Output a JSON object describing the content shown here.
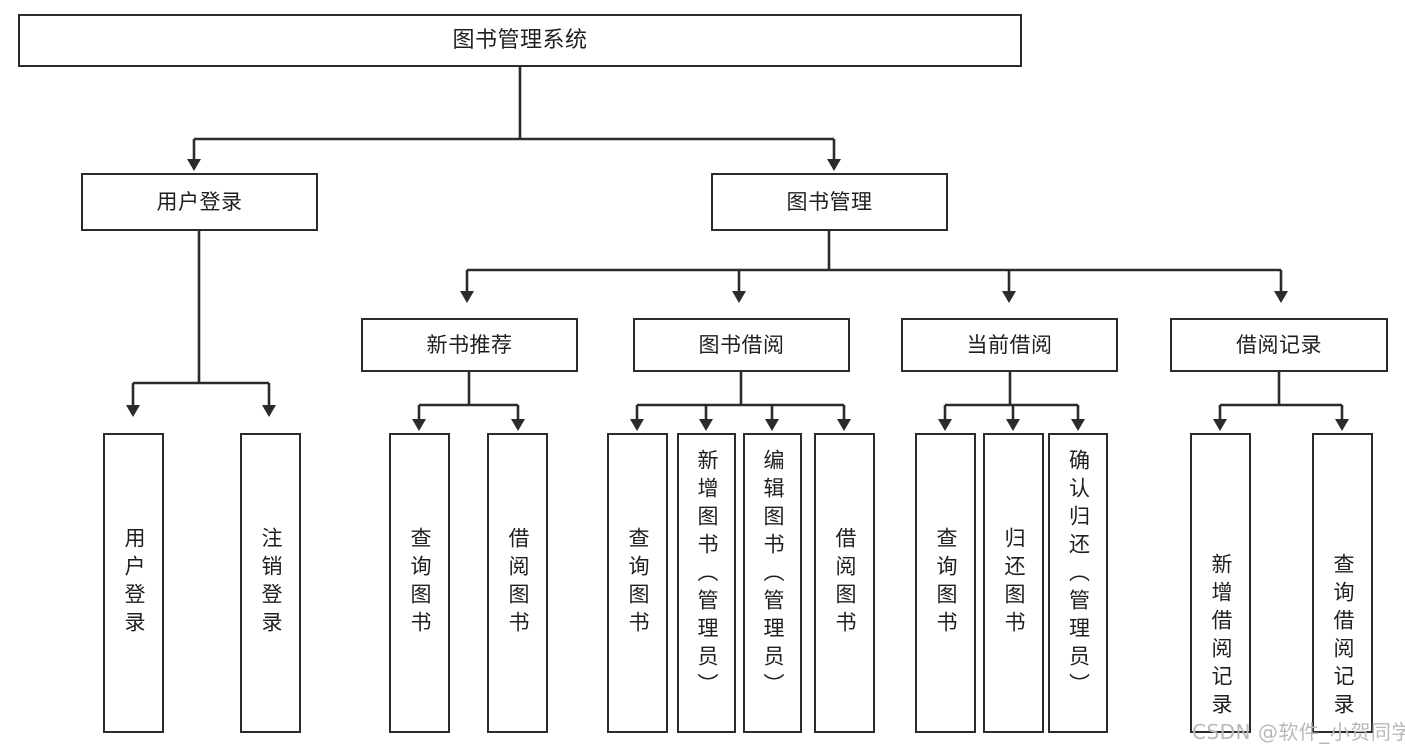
{
  "diagram": {
    "title": "图书管理系统",
    "type": "tree-hierarchy-chart",
    "background_color": "#ffffff",
    "node_border_color": "#2b2b2b",
    "text_color": "#1f1f1f",
    "connector_color": "#2b2b2b"
  },
  "nodes": {
    "root": {
      "label": "图书管理系统",
      "level": 1,
      "orientation": "horizontal"
    },
    "level2": [
      {
        "id": "user-login",
        "label": "用户登录",
        "orientation": "horizontal"
      },
      {
        "id": "book-manage",
        "label": "图书管理",
        "orientation": "horizontal"
      }
    ],
    "level3": [
      {
        "id": "new-book-recommend",
        "label": "新书推荐",
        "orientation": "horizontal"
      },
      {
        "id": "book-borrow",
        "label": "图书借阅",
        "orientation": "horizontal"
      },
      {
        "id": "current-borrow",
        "label": "当前借阅",
        "orientation": "horizontal"
      },
      {
        "id": "borrow-record",
        "label": "借阅记录",
        "orientation": "horizontal"
      }
    ],
    "leaves": [
      {
        "id": "leaf-user-login",
        "label": "用户登录",
        "parent": "user-login",
        "orientation": "vertical"
      },
      {
        "id": "leaf-user-logout",
        "label": "注销登录",
        "parent": "user-login",
        "orientation": "vertical"
      },
      {
        "id": "leaf-query-book-1",
        "label": "查询图书",
        "parent": "new-book-recommend",
        "orientation": "vertical"
      },
      {
        "id": "leaf-borrow-book-1",
        "label": "借阅图书",
        "parent": "new-book-recommend",
        "orientation": "vertical"
      },
      {
        "id": "leaf-query-book-2",
        "label": "查询图书",
        "parent": "book-borrow",
        "orientation": "vertical"
      },
      {
        "id": "leaf-add-book",
        "label": "新增图书（管理员）",
        "parent": "book-borrow",
        "orientation": "vertical"
      },
      {
        "id": "leaf-edit-book",
        "label": "编辑图书（管理员）",
        "parent": "book-borrow",
        "orientation": "vertical"
      },
      {
        "id": "leaf-borrow-book-2",
        "label": "借阅图书",
        "parent": "book-borrow",
        "orientation": "vertical"
      },
      {
        "id": "leaf-query-book-3",
        "label": "查询图书",
        "parent": "current-borrow",
        "orientation": "vertical"
      },
      {
        "id": "leaf-return-book",
        "label": "归还图书",
        "parent": "current-borrow",
        "orientation": "vertical"
      },
      {
        "id": "leaf-confirm-return",
        "label": "确认归还（管理员）",
        "parent": "current-borrow",
        "orientation": "vertical"
      },
      {
        "id": "leaf-add-record",
        "label": "新增借阅记录",
        "parent": "borrow-record",
        "orientation": "vertical"
      },
      {
        "id": "leaf-query-record",
        "label": "查询借阅记录",
        "parent": "borrow-record",
        "orientation": "vertical"
      }
    ]
  },
  "watermark": {
    "text": "CSDN @软件_小贺同学",
    "color": "#b9b9b9"
  }
}
